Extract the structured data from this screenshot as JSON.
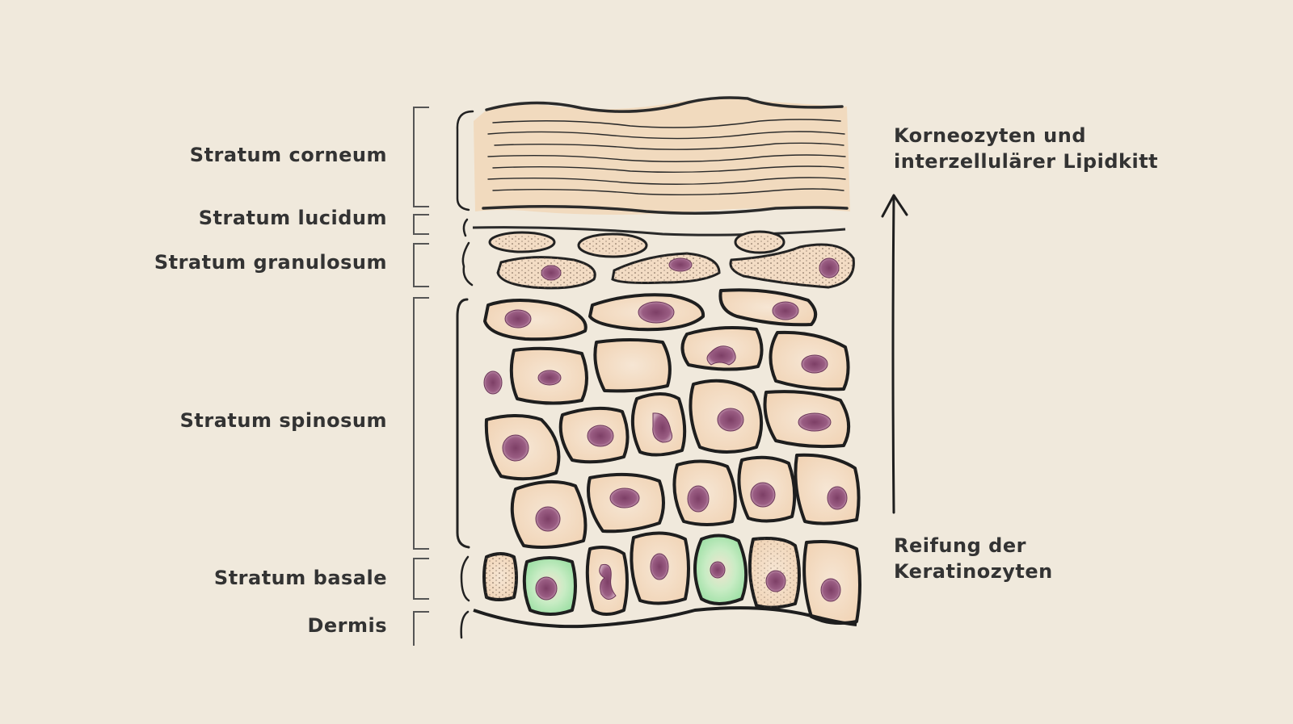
{
  "layers": [
    {
      "key": "corneum",
      "label": "Stratum corneum"
    },
    {
      "key": "lucidum",
      "label": "Stratum lucidum"
    },
    {
      "key": "granulosum",
      "label": "Stratum granulosum"
    },
    {
      "key": "spinosum",
      "label": "Stratum spinosum"
    },
    {
      "key": "basale",
      "label": "Stratum basale"
    },
    {
      "key": "dermis",
      "label": "Dermis"
    }
  ],
  "annotations": {
    "top_line1": "Korneozyten und",
    "top_line2": "interzellulärer Lipidkitt",
    "bottom_line1": "Reifung der",
    "bottom_line2": "Keratinozyten"
  },
  "colors": {
    "background": "#f0e9dc",
    "ink": "#1e1e1e",
    "cell_fill": "#f3dcc4",
    "corneum_fill": "#f1d7b9",
    "nucleus": "#8a4d72",
    "stem_cell": "#9fe0a6",
    "text": "#333333"
  }
}
